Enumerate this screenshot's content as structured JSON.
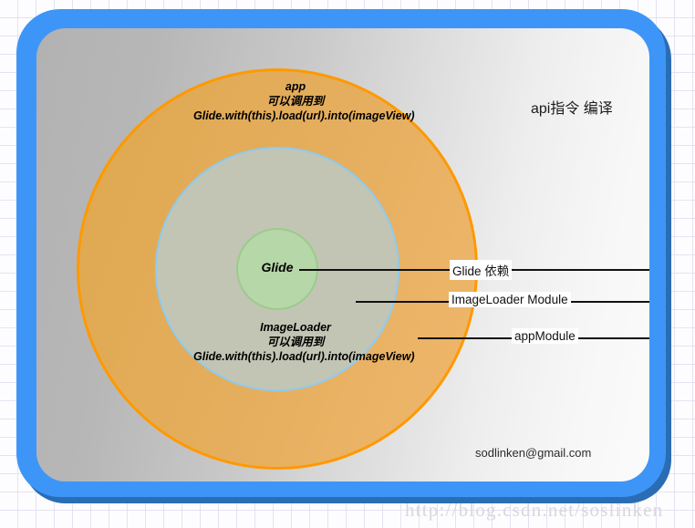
{
  "diagram": {
    "title_note": "api指令 编译",
    "author_email": "sodlinken@gmail.com",
    "watermark": "http://blog.csdn.net/soslinken",
    "colors": {
      "frame_blue": "#3d96f7",
      "frame_shadow_blue": "#2a6db5",
      "outer_circle_fill": "#e3ad5c",
      "outer_circle_stroke": "#ff9900",
      "middle_circle_fill": "#c2c5b4",
      "middle_circle_stroke": "#8ecbf2",
      "inner_circle_fill": "#b6d7a8",
      "inner_circle_stroke": "#9ccb8b",
      "leader_line": "#111111",
      "panel_background": "#c9c9c9"
    },
    "circles": [
      {
        "id": "app",
        "name": "app",
        "caption": "app\n可以调用到\nGlide.with(this).load(url).into(imageView)"
      },
      {
        "id": "imageloader",
        "name": "ImageLoader",
        "caption": "ImageLoader\n可以调用到\nGlide.with(this).load(url).into(imageView)"
      },
      {
        "id": "glide",
        "name": "Glide",
        "caption": "Glide"
      }
    ],
    "callouts": [
      {
        "id": "glide-dependency",
        "label": "Glide 依赖"
      },
      {
        "id": "imageloader-module",
        "label": "ImageLoader Module"
      },
      {
        "id": "app-module",
        "label": "appModule"
      }
    ]
  }
}
